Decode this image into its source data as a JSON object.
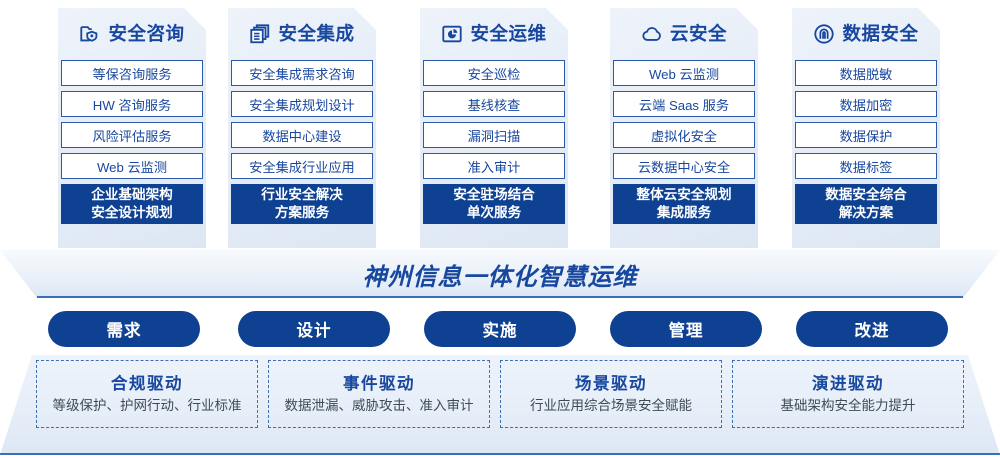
{
  "cards": [
    {
      "icon": "folder-shield-icon",
      "title": "安全咨询",
      "items": [
        "等保咨询服务",
        "HW 咨询服务",
        "风险评估服务",
        "Web 云监测"
      ],
      "highlight": [
        "企业基础架构",
        "安全设计规划"
      ]
    },
    {
      "icon": "stacked-documents-icon",
      "title": "安全集成",
      "items": [
        "安全集成需求咨询",
        "安全集成规划设计",
        "数据中心建设",
        "安全集成行业应用"
      ],
      "highlight": [
        "行业安全解决",
        "方案服务"
      ]
    },
    {
      "icon": "folder-chart-icon",
      "title": "安全运维",
      "items": [
        "安全巡检",
        "基线核查",
        "漏洞扫描",
        "准入审计"
      ],
      "highlight": [
        "安全驻场结合",
        "单次服务"
      ]
    },
    {
      "icon": "cloud-icon",
      "title": "云安全",
      "items": [
        "Web 云监测",
        "云端 Saas 服务",
        "虚拟化安全",
        "云数据中心安全"
      ],
      "highlight": [
        "整体云安全规划",
        "集成服务"
      ]
    },
    {
      "icon": "fingerprint-icon",
      "title": "数据安全",
      "items": [
        "数据脱敏",
        "数据加密",
        "数据保护",
        "数据标签"
      ],
      "highlight": [
        "数据安全综合",
        "解决方案"
      ]
    }
  ],
  "banner": {
    "text": "神州信息一体化智慧运维"
  },
  "pills": [
    {
      "label": "需求"
    },
    {
      "label": "设计"
    },
    {
      "label": "实施"
    },
    {
      "label": "管理"
    },
    {
      "label": "改进"
    }
  ],
  "drivers": [
    {
      "title": "合规驱动",
      "subtitle": "等级保护、护网行动、行业标准"
    },
    {
      "title": "事件驱动",
      "subtitle": "数据泄漏、威胁攻击、准入审计"
    },
    {
      "title": "场景驱动",
      "subtitle": "行业应用综合场景安全赋能"
    },
    {
      "title": "演进驱动",
      "subtitle": "基础架构安全能力提升"
    }
  ],
  "colors": {
    "brand_blue": "#0f4193",
    "title_blue": "#17479e",
    "border_blue": "#2c5aa8",
    "panel_bg": "#e6edf7"
  }
}
